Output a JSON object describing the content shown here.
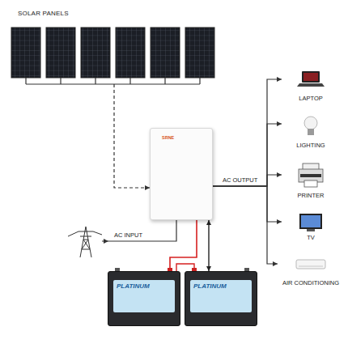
{
  "diagram": {
    "nodes": [
      {
        "text": [
          "SOLAR PANELS"
        ]
      },
      {
        "text": [
          "SRNE"
        ]
      },
      {
        "text": [
          "LAPTOP"
        ]
      },
      {
        "text": [
          "LIGHTING"
        ]
      },
      {
        "text": [
          "PRINTER"
        ]
      },
      {
        "text": [
          "TV"
        ]
      },
      {
        "text": [
          "AIR CONDITIONING"
        ]
      },
      {
        "text": [
          "PLATINUM"
        ]
      },
      {
        "text": [
          "PLATINUM"
        ]
      }
    ],
    "edges": [
      {
        "from": 0,
        "to": 1,
        "arrow": "to"
      },
      {
        "from": 1,
        "to": 2,
        "arrow": "to"
      },
      {
        "from": 1,
        "to": 3,
        "arrow": "to"
      },
      {
        "from": 1,
        "to": 4,
        "arrow": "to",
        "label": "AC OUTPUT"
      },
      {
        "from": 1,
        "to": 5,
        "arrow": "to"
      },
      {
        "from": 1,
        "to": 6,
        "arrow": "to"
      },
      {
        "from": 1,
        "to": 7,
        "arrow": "none"
      },
      {
        "from": 1,
        "to": 8,
        "arrow": "both"
      }
    ],
    "labels": [
      "AC INPUT"
    ]
  }
}
